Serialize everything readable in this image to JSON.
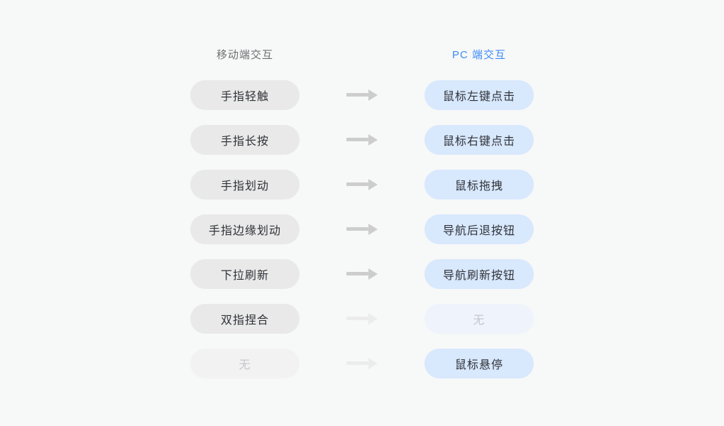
{
  "headers": {
    "mobile": "移动端交互",
    "pc": "PC 端交互"
  },
  "rows": [
    {
      "mobile": "手指轻触",
      "pc": "鼠标左键点击",
      "mobile_muted": false,
      "pc_muted": false,
      "arrow_muted": false
    },
    {
      "mobile": "手指长按",
      "pc": "鼠标右键点击",
      "mobile_muted": false,
      "pc_muted": false,
      "arrow_muted": false
    },
    {
      "mobile": "手指划动",
      "pc": "鼠标拖拽",
      "mobile_muted": false,
      "pc_muted": false,
      "arrow_muted": false
    },
    {
      "mobile": "手指边缘划动",
      "pc": "导航后退按钮",
      "mobile_muted": false,
      "pc_muted": false,
      "arrow_muted": false
    },
    {
      "mobile": "下拉刷新",
      "pc": "导航刷新按钮",
      "mobile_muted": false,
      "pc_muted": false,
      "arrow_muted": false
    },
    {
      "mobile": "双指捏合",
      "pc": "无",
      "mobile_muted": false,
      "pc_muted": true,
      "arrow_muted": true
    },
    {
      "mobile": "无",
      "pc": "鼠标悬停",
      "mobile_muted": true,
      "pc_muted": false,
      "arrow_muted": true
    }
  ],
  "icons": {
    "arrow": "arrow-right-icon"
  },
  "colors": {
    "page_background": "#f7f8f8",
    "pill_gray": "#e9e9e9",
    "pill_gray_muted": "#f2f2f2",
    "pill_blue": "#d8e8fd",
    "pill_blue_muted": "#eef3fc",
    "pill_text": "#303238",
    "pill_text_muted": "#c5c6ca",
    "header_mobile_text": "#6f7072",
    "header_pc_text": "#3f8cf7",
    "arrow": "#cdcdcd",
    "arrow_muted": "#ececec"
  }
}
